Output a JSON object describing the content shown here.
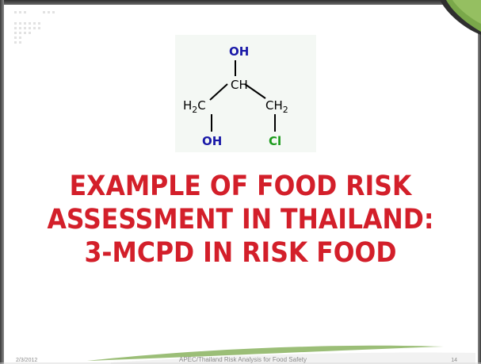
{
  "slide": {
    "molecule": {
      "oh_top": "OH",
      "ch_center": "CH",
      "h2c_left": "H",
      "h2c_left_sub": "2",
      "h2c_left_c": "C",
      "ch2_right": "CH",
      "ch2_right_sub": "2",
      "oh_bottom": "OH",
      "cl": "Cl"
    },
    "title_lines": [
      "EXAMPLE OF FOOD RISK",
      "ASSESSMENT IN THAILAND:",
      "3-MCPD IN RISK FOOD"
    ],
    "footer": {
      "date": "2/3/2012",
      "center": "APEC/Thailand Risk Analysis for Food Safety",
      "page": "14"
    }
  },
  "colors": {
    "title": "#d31f2a",
    "bond": "#000000",
    "oxygen": "#1a1aa8",
    "chlorine": "#1a9a1a",
    "accent_green": "#7aa84a"
  }
}
